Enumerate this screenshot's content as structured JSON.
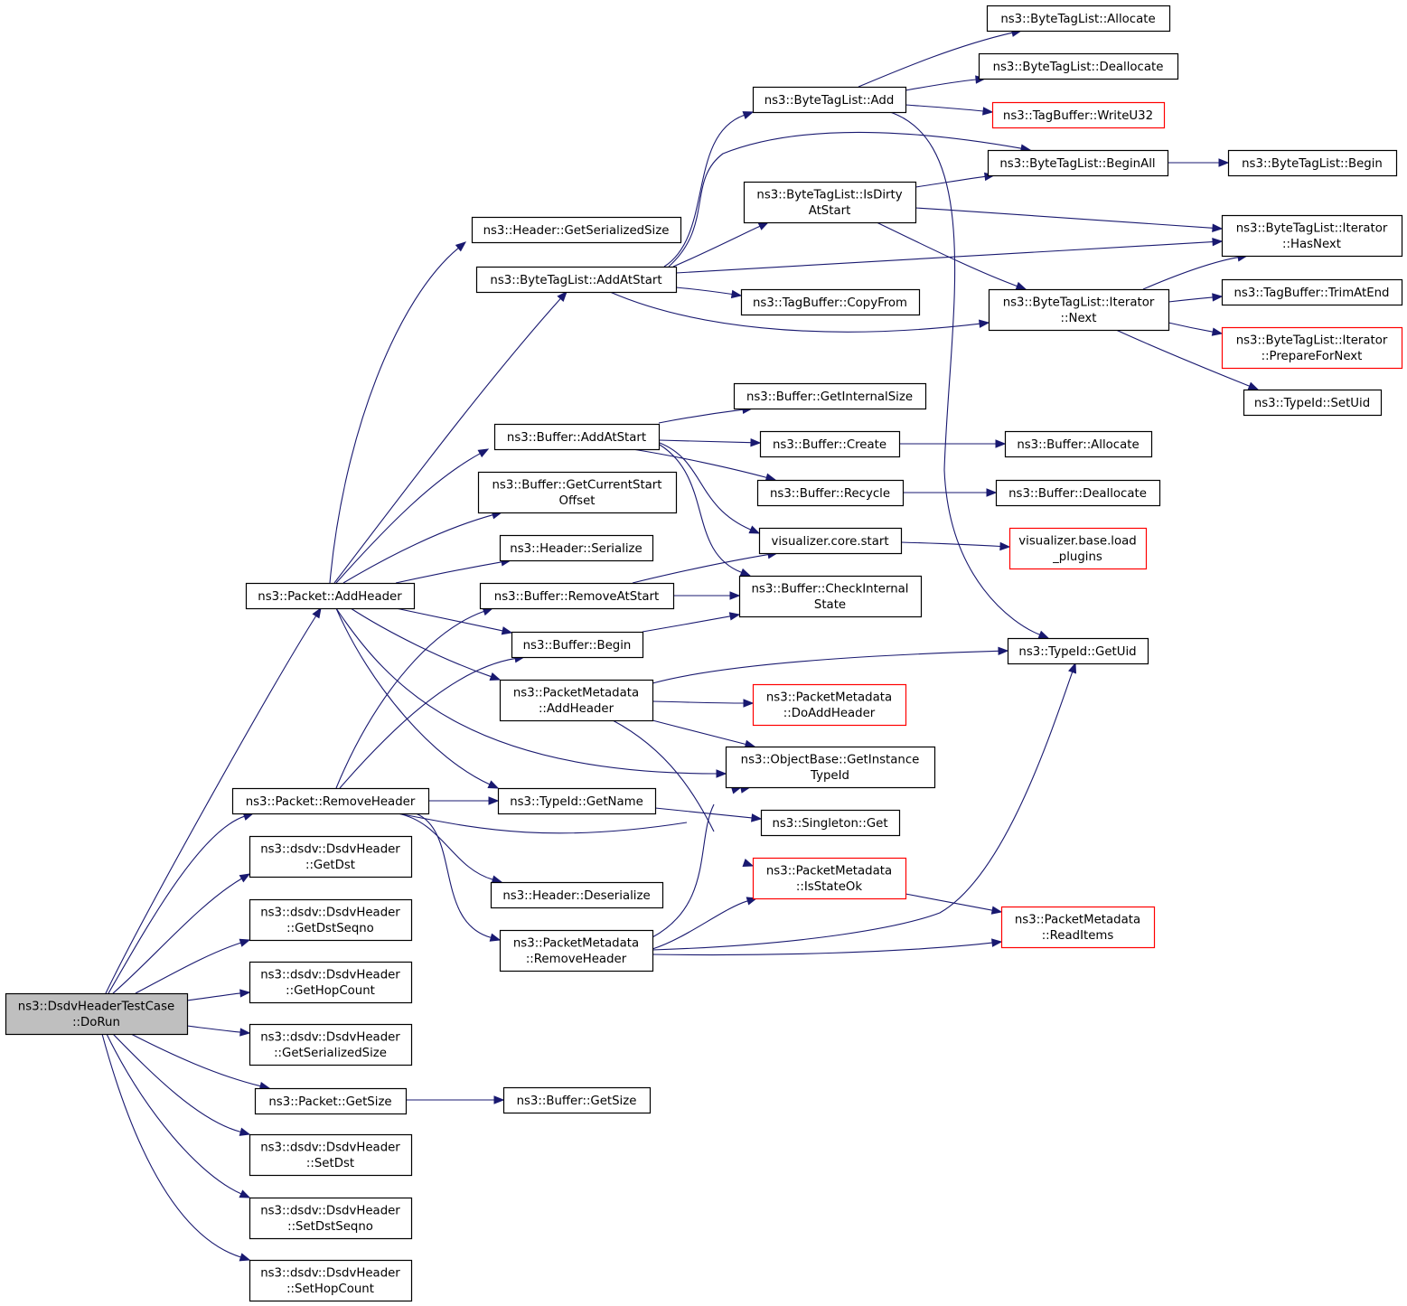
{
  "diagram": {
    "title": "",
    "colors": {
      "edge": "#191970",
      "root_fill": "#bfbfbf",
      "truncated_border": "#ff0000",
      "node_border": "#000000"
    },
    "nodes": [
      {
        "id": "dorun",
        "lines": [
          "ns3::DsdvHeaderTestCase",
          "::DoRun"
        ],
        "root": true
      },
      {
        "id": "pkt_addheader",
        "lines": [
          "ns3::Packet::AddHeader"
        ]
      },
      {
        "id": "pkt_removeheader",
        "lines": [
          "ns3::Packet::RemoveHeader"
        ]
      },
      {
        "id": "getdst",
        "lines": [
          "ns3::dsdv::DsdvHeader",
          "::GetDst"
        ]
      },
      {
        "id": "getdstseqno",
        "lines": [
          "ns3::dsdv::DsdvHeader",
          "::GetDstSeqno"
        ]
      },
      {
        "id": "gethopcount",
        "lines": [
          "ns3::dsdv::DsdvHeader",
          "::GetHopCount"
        ]
      },
      {
        "id": "getserializedsize_dsdv",
        "lines": [
          "ns3::dsdv::DsdvHeader",
          "::GetSerializedSize"
        ]
      },
      {
        "id": "pkt_getsize",
        "lines": [
          "ns3::Packet::GetSize"
        ]
      },
      {
        "id": "setdst",
        "lines": [
          "ns3::dsdv::DsdvHeader",
          "::SetDst"
        ]
      },
      {
        "id": "setdstseqno",
        "lines": [
          "ns3::dsdv::DsdvHeader",
          "::SetDstSeqno"
        ]
      },
      {
        "id": "sethopcount",
        "lines": [
          "ns3::dsdv::DsdvHeader",
          "::SetHopCount"
        ]
      },
      {
        "id": "hdr_getserializedsize",
        "lines": [
          "ns3::Header::GetSerializedSize"
        ]
      },
      {
        "id": "btl_addatstart",
        "lines": [
          "ns3::ByteTagList::AddAtStart"
        ]
      },
      {
        "id": "buf_addatstart",
        "lines": [
          "ns3::Buffer::AddAtStart"
        ]
      },
      {
        "id": "buf_getcurrentstartoffset",
        "lines": [
          "ns3::Buffer::GetCurrentStart",
          "Offset"
        ]
      },
      {
        "id": "hdr_serialize",
        "lines": [
          "ns3::Header::Serialize"
        ]
      },
      {
        "id": "buf_removeatstart",
        "lines": [
          "ns3::Buffer::RemoveAtStart"
        ]
      },
      {
        "id": "buf_begin",
        "lines": [
          "ns3::Buffer::Begin"
        ]
      },
      {
        "id": "pm_addheader",
        "lines": [
          "ns3::PacketMetadata",
          "::AddHeader"
        ]
      },
      {
        "id": "typeid_getname",
        "lines": [
          "ns3::TypeId::GetName"
        ]
      },
      {
        "id": "hdr_deserialize",
        "lines": [
          "ns3::Header::Deserialize"
        ]
      },
      {
        "id": "pm_removeheader",
        "lines": [
          "ns3::PacketMetadata",
          "::RemoveHeader"
        ]
      },
      {
        "id": "buf_getsize",
        "lines": [
          "ns3::Buffer::GetSize"
        ]
      },
      {
        "id": "btl_add",
        "lines": [
          "ns3::ByteTagList::Add"
        ]
      },
      {
        "id": "btl_isdirtyatstart",
        "lines": [
          "ns3::ByteTagList::IsDirty",
          "AtStart"
        ]
      },
      {
        "id": "tb_copyfrom",
        "lines": [
          "ns3::TagBuffer::CopyFrom"
        ]
      },
      {
        "id": "buf_getinternalsize",
        "lines": [
          "ns3::Buffer::GetInternalSize"
        ]
      },
      {
        "id": "buf_create",
        "lines": [
          "ns3::Buffer::Create"
        ]
      },
      {
        "id": "buf_recycle",
        "lines": [
          "ns3::Buffer::Recycle"
        ]
      },
      {
        "id": "vis_core_start",
        "lines": [
          "visualizer.core.start"
        ]
      },
      {
        "id": "buf_checkinternalstate",
        "lines": [
          "ns3::Buffer::CheckInternal",
          "State"
        ]
      },
      {
        "id": "pm_doaddheader",
        "lines": [
          "ns3::PacketMetadata",
          "::DoAddHeader"
        ],
        "truncated": true
      },
      {
        "id": "ob_getinstancetypeid",
        "lines": [
          "ns3::ObjectBase::GetInstance",
          "TypeId"
        ]
      },
      {
        "id": "singleton_get",
        "lines": [
          "ns3::Singleton::Get"
        ]
      },
      {
        "id": "pm_isstateok",
        "lines": [
          "ns3::PacketMetadata",
          "::IsStateOk"
        ],
        "truncated": true
      },
      {
        "id": "btl_allocate",
        "lines": [
          "ns3::ByteTagList::Allocate"
        ]
      },
      {
        "id": "btl_deallocate",
        "lines": [
          "ns3::ByteTagList::Deallocate"
        ]
      },
      {
        "id": "tb_writeu32",
        "lines": [
          "ns3::TagBuffer::WriteU32"
        ],
        "truncated": true
      },
      {
        "id": "btl_beginall",
        "lines": [
          "ns3::ByteTagList::BeginAll"
        ]
      },
      {
        "id": "btl_iter_next",
        "lines": [
          "ns3::ByteTagList::Iterator",
          "::Next"
        ]
      },
      {
        "id": "buf_allocate",
        "lines": [
          "ns3::Buffer::Allocate"
        ]
      },
      {
        "id": "buf_deallocate",
        "lines": [
          "ns3::Buffer::Deallocate"
        ]
      },
      {
        "id": "vis_base_load_plugins",
        "lines": [
          "visualizer.base.load",
          "_plugins"
        ],
        "truncated": true
      },
      {
        "id": "typeid_getuid",
        "lines": [
          "ns3::TypeId::GetUid"
        ]
      },
      {
        "id": "pm_readitems",
        "lines": [
          "ns3::PacketMetadata",
          "::ReadItems"
        ],
        "truncated": true
      },
      {
        "id": "btl_begin",
        "lines": [
          "ns3::ByteTagList::Begin"
        ]
      },
      {
        "id": "btl_iter_hasnext",
        "lines": [
          "ns3::ByteTagList::Iterator",
          "::HasNext"
        ]
      },
      {
        "id": "tb_trimatend",
        "lines": [
          "ns3::TagBuffer::TrimAtEnd"
        ]
      },
      {
        "id": "btl_iter_preparefornext",
        "lines": [
          "ns3::ByteTagList::Iterator",
          "::PrepareForNext"
        ],
        "truncated": true
      },
      {
        "id": "typeid_setuid",
        "lines": [
          "ns3::TypeId::SetUid"
        ]
      }
    ],
    "edges": [
      [
        "dorun",
        "pkt_addheader"
      ],
      [
        "dorun",
        "pkt_removeheader"
      ],
      [
        "dorun",
        "getdst"
      ],
      [
        "dorun",
        "getdstseqno"
      ],
      [
        "dorun",
        "gethopcount"
      ],
      [
        "dorun",
        "getserializedsize_dsdv"
      ],
      [
        "dorun",
        "pkt_getsize"
      ],
      [
        "dorun",
        "setdst"
      ],
      [
        "dorun",
        "setdstseqno"
      ],
      [
        "dorun",
        "sethopcount"
      ],
      [
        "pkt_addheader",
        "hdr_getserializedsize"
      ],
      [
        "pkt_addheader",
        "btl_addatstart"
      ],
      [
        "pkt_addheader",
        "buf_addatstart"
      ],
      [
        "pkt_addheader",
        "buf_getcurrentstartoffset"
      ],
      [
        "pkt_addheader",
        "hdr_serialize"
      ],
      [
        "pkt_addheader",
        "buf_begin"
      ],
      [
        "pkt_addheader",
        "pm_addheader"
      ],
      [
        "pkt_addheader",
        "ob_getinstancetypeid"
      ],
      [
        "pkt_addheader",
        "typeid_getname"
      ],
      [
        "pkt_removeheader",
        "buf_removeatstart"
      ],
      [
        "pkt_removeheader",
        "buf_begin"
      ],
      [
        "pkt_removeheader",
        "typeid_getname"
      ],
      [
        "pkt_removeheader",
        "ob_getinstancetypeid"
      ],
      [
        "pkt_removeheader",
        "hdr_deserialize"
      ],
      [
        "pkt_removeheader",
        "pm_removeheader"
      ],
      [
        "pkt_getsize",
        "buf_getsize"
      ],
      [
        "btl_addatstart",
        "btl_add"
      ],
      [
        "btl_addatstart",
        "btl_beginall"
      ],
      [
        "btl_addatstart",
        "btl_isdirtyatstart"
      ],
      [
        "btl_addatstart",
        "btl_iter_hasnext"
      ],
      [
        "btl_addatstart",
        "tb_copyfrom"
      ],
      [
        "btl_addatstart",
        "btl_iter_next"
      ],
      [
        "btl_add",
        "btl_allocate"
      ],
      [
        "btl_add",
        "btl_deallocate"
      ],
      [
        "btl_add",
        "tb_writeu32"
      ],
      [
        "btl_add",
        "typeid_getuid"
      ],
      [
        "btl_isdirtyatstart",
        "btl_beginall"
      ],
      [
        "btl_isdirtyatstart",
        "btl_iter_hasnext"
      ],
      [
        "btl_isdirtyatstart",
        "btl_iter_next"
      ],
      [
        "btl_beginall",
        "btl_begin"
      ],
      [
        "btl_iter_next",
        "btl_iter_hasnext"
      ],
      [
        "btl_iter_next",
        "tb_trimatend"
      ],
      [
        "btl_iter_next",
        "btl_iter_preparefornext"
      ],
      [
        "btl_iter_next",
        "typeid_setuid"
      ],
      [
        "buf_addatstart",
        "buf_getinternalsize"
      ],
      [
        "buf_addatstart",
        "buf_create"
      ],
      [
        "buf_addatstart",
        "buf_recycle"
      ],
      [
        "buf_addatstart",
        "vis_core_start"
      ],
      [
        "buf_addatstart",
        "buf_checkinternalstate"
      ],
      [
        "buf_create",
        "buf_allocate"
      ],
      [
        "buf_recycle",
        "buf_deallocate"
      ],
      [
        "vis_core_start",
        "vis_base_load_plugins"
      ],
      [
        "buf_removeatstart",
        "vis_core_start"
      ],
      [
        "buf_removeatstart",
        "buf_checkinternalstate"
      ],
      [
        "buf_begin",
        "buf_checkinternalstate"
      ],
      [
        "pm_addheader",
        "typeid_getuid"
      ],
      [
        "pm_addheader",
        "pm_doaddheader"
      ],
      [
        "pm_addheader",
        "ob_getinstancetypeid"
      ],
      [
        "pm_addheader",
        "pm_isstateok"
      ],
      [
        "typeid_getname",
        "singleton_get"
      ],
      [
        "pm_removeheader",
        "ob_getinstancetypeid"
      ],
      [
        "pm_removeheader",
        "pm_isstateok"
      ],
      [
        "pm_removeheader",
        "typeid_getuid"
      ],
      [
        "pm_removeheader",
        "pm_readitems"
      ],
      [
        "pm_isstateok",
        "pm_readitems"
      ]
    ]
  }
}
